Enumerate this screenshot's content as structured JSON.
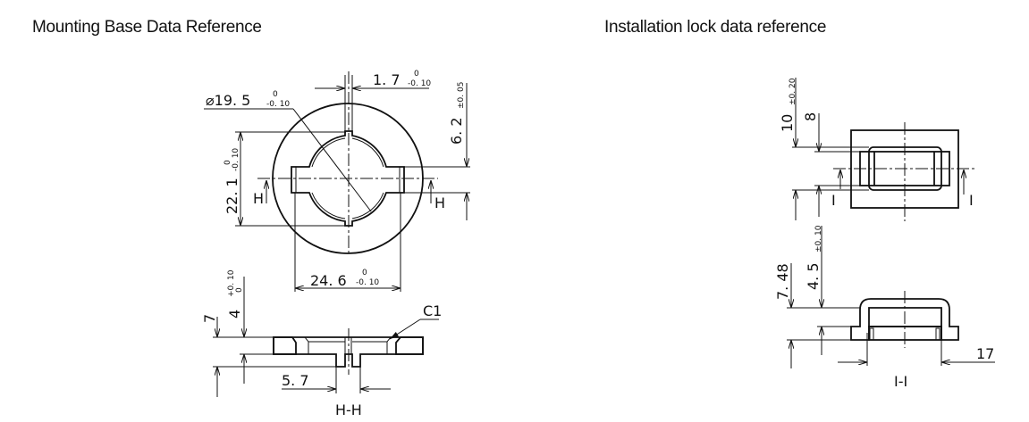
{
  "left_panel": {
    "title": "Mounting Base Data Reference",
    "dims": {
      "slot_width": "1. 7",
      "slot_width_tol_upper": "0",
      "slot_width_tol_lower": "-0. 10",
      "diameter": "⌀19. 5",
      "diameter_tol_upper": "0",
      "diameter_tol_lower": "-0. 10",
      "height_22": "22. 1",
      "height_22_tol_upper": "0",
      "height_22_tol_lower": "-0. 10",
      "slot_height": "6. 2",
      "slot_height_tol": "±0. 05",
      "width_24": "24. 6",
      "width_24_tol_upper": "0",
      "width_24_tol_lower": "-0. 10",
      "total_thickness": "7",
      "plate_thickness": "4",
      "plate_thickness_tol_upper": "+0. 10",
      "plate_thickness_tol_lower": "0",
      "stem_width": "5. 7",
      "chamfer": "C1"
    },
    "section_marker": "H",
    "section_label": "H-H"
  },
  "right_panel": {
    "title": "Installation lock data reference",
    "dims": {
      "outer_height": "10",
      "outer_height_tol": "±0. 20",
      "inner_height": "8",
      "total_height": "7. 48",
      "base_height": "4. 5",
      "base_height_tol": "±0. 10",
      "inner_length": "17"
    },
    "section_marker": "I",
    "section_label": "I-I"
  }
}
